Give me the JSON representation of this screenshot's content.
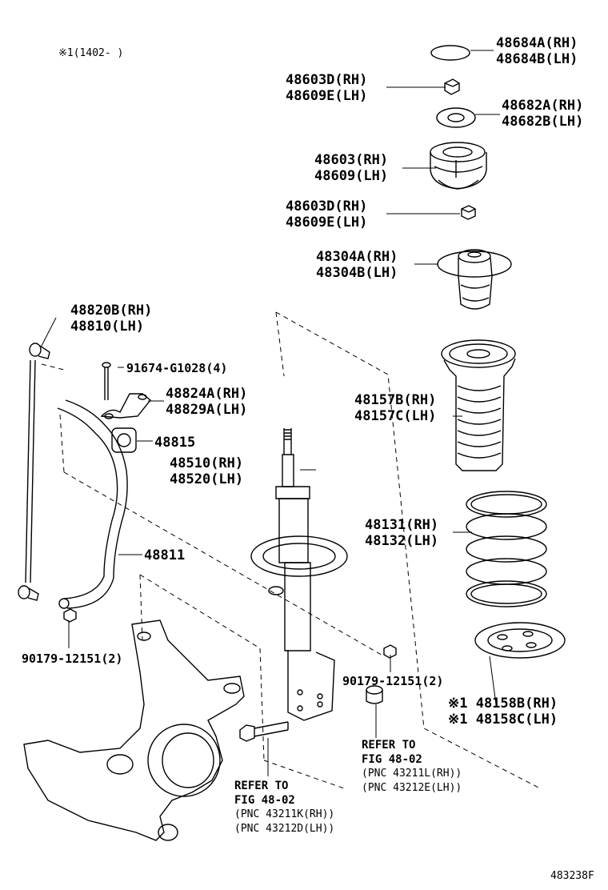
{
  "note": "※1(1402-     )",
  "figure_id": "483238F",
  "parts": {
    "p48684": [
      "48684A(RH)",
      "48684B(LH)"
    ],
    "p48603d_top": [
      "48603D(RH)",
      "48609E(LH)"
    ],
    "p48682": [
      "48682A(RH)",
      "48682B(LH)"
    ],
    "p48603": [
      "48603(RH)",
      "48609(LH)"
    ],
    "p48603d_bot": [
      "48603D(RH)",
      "48609E(LH)"
    ],
    "p48304": [
      "48304A(RH)",
      "48304B(LH)"
    ],
    "p48820": [
      "48820B(RH)",
      "48810(LH)"
    ],
    "p91674": "91674-G1028(4)",
    "p48824": [
      "48824A(RH)",
      "48829A(LH)"
    ],
    "p48815": "48815",
    "p48157": [
      "48157B(RH)",
      "48157C(LH)"
    ],
    "p48510": [
      "48510(RH)",
      "48520(LH)"
    ],
    "p48131": [
      "48131(RH)",
      "48132(LH)"
    ],
    "p48811": "48811",
    "p90179_left": "90179-12151(2)",
    "p90179_right": "90179-12151(2)",
    "p48158": [
      "※1 48158B(RH)",
      "※1 48158C(LH)"
    ]
  },
  "refs": {
    "right": {
      "line1": "REFER TO",
      "line2": "FIG 48-02",
      "line3": "(PNC 43211L(RH))",
      "line4": "(PNC 43212E(LH))"
    },
    "left": {
      "line1": "REFER TO",
      "line2": "FIG 48-02",
      "line3": "(PNC 43211K(RH))",
      "line4": "(PNC 43212D(LH))"
    }
  }
}
